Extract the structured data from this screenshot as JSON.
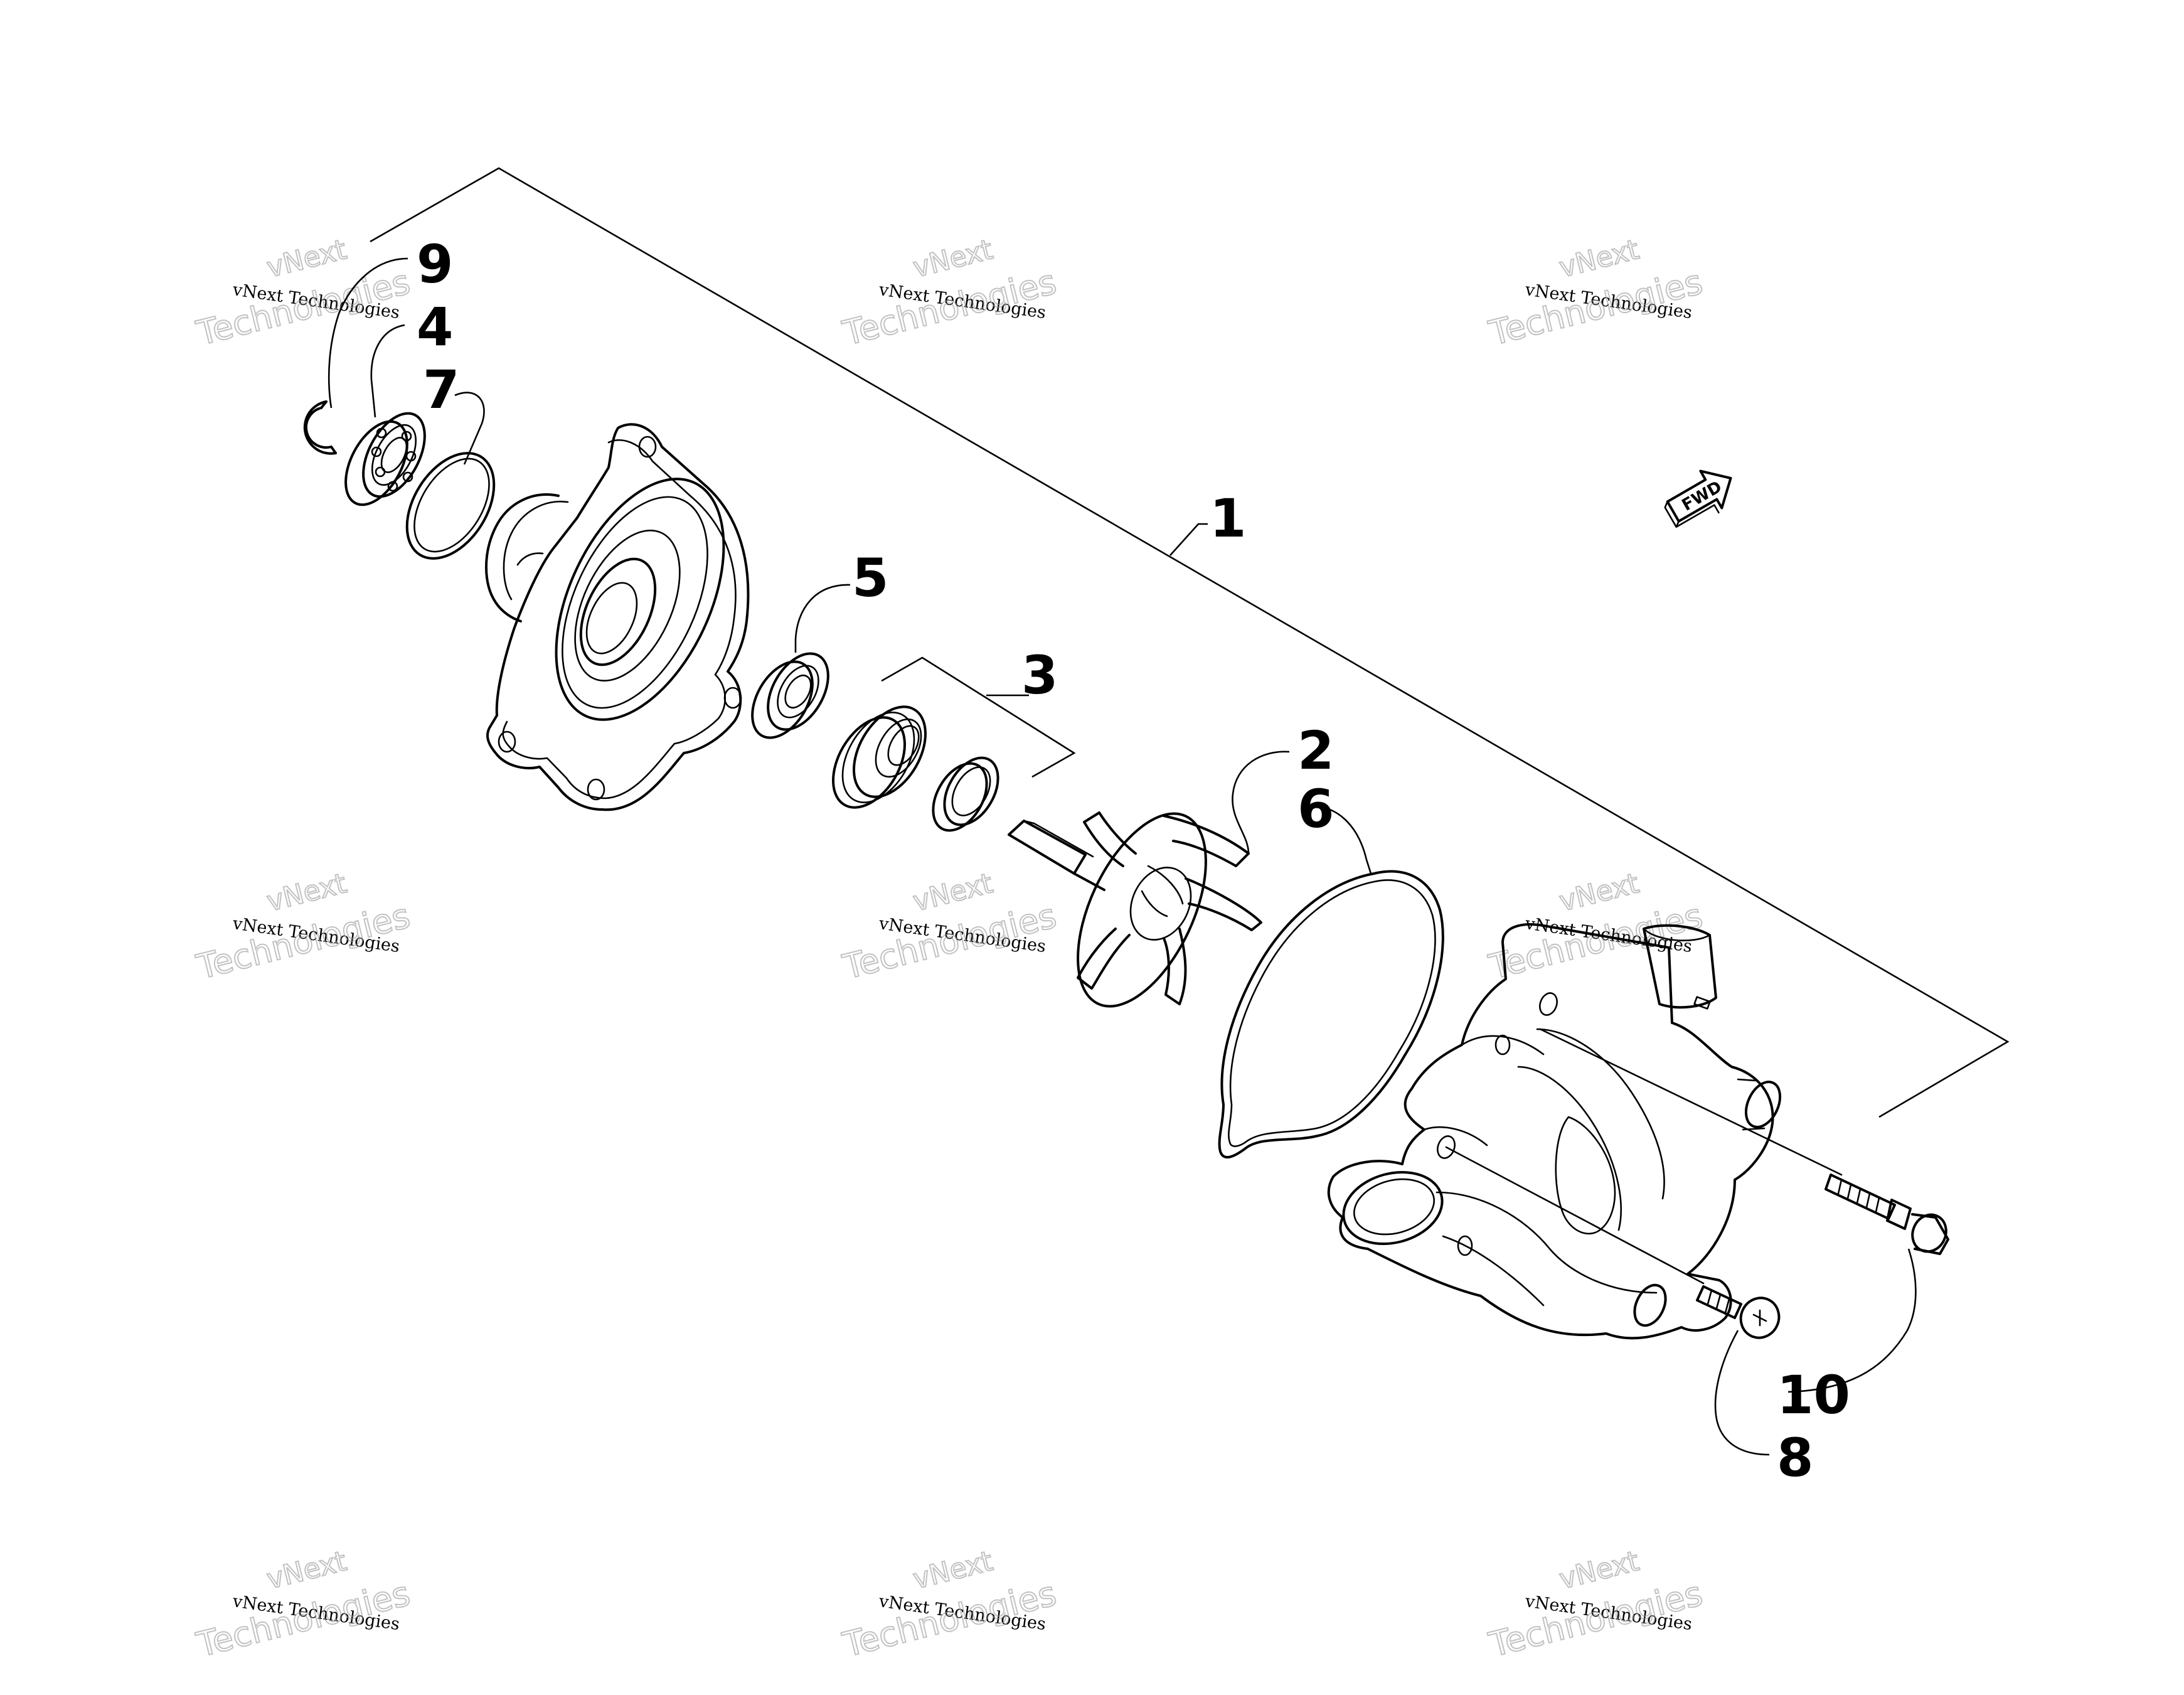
{
  "callouts": {
    "c1": "1",
    "c2": "2",
    "c3": "3",
    "c4": "4",
    "c5": "5",
    "c6": "6",
    "c7": "7",
    "c8": "8",
    "c9": "9",
    "c10": "10"
  },
  "fwd_label": "FWD",
  "watermark": {
    "line_small": "vNext Technologies",
    "line_top": "vNext",
    "line_big": "Technologies"
  },
  "colors": {
    "ink": "#000000",
    "watermark": "#9a9a9a",
    "background": "#ffffff"
  }
}
